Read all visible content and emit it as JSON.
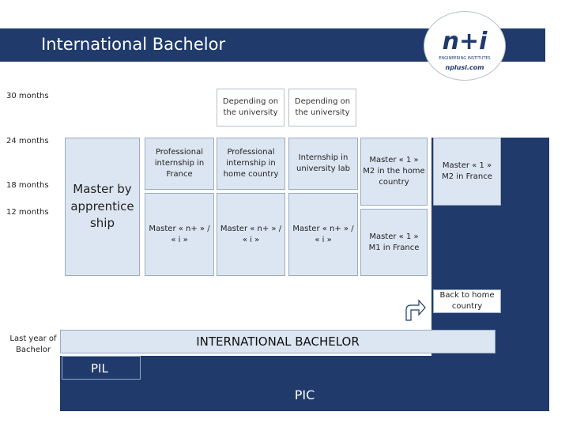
{
  "title": "International Bachelor",
  "logo": {
    "main": "n+i",
    "sub": "ENGINEERING INSTITUTES",
    "url": "nplusi.com"
  },
  "timeline": {
    "m30": "30 months",
    "m24": "24 months",
    "m18": "18 months",
    "m12": "12 months",
    "last_year": "Last year of Bachelor"
  },
  "depending": [
    "Depending on the university",
    "Depending on the university"
  ],
  "apprenticeship": "Master by apprentice ship",
  "internships": [
    "Professional internship in France",
    "Professional internship in home country",
    "Internship in university lab"
  ],
  "masters_ni": [
    "Master « n+ » / « i »",
    "Master « n+ » / « i »",
    "Master « n+ » / « i »"
  ],
  "master_m2_home": "Master « 1 » M2 in the home country",
  "master_m2_france": "Master « 1 » M2 in France",
  "master_m1_france": "Master « 1 » M1 in France",
  "back_home": "Back to home country",
  "international_bachelor": "INTERNATIONAL BACHELOR",
  "pil": "PIL",
  "pic": "PIC",
  "colors": {
    "navy": "#1f3a6b",
    "light_blue": "#dce6f2"
  }
}
